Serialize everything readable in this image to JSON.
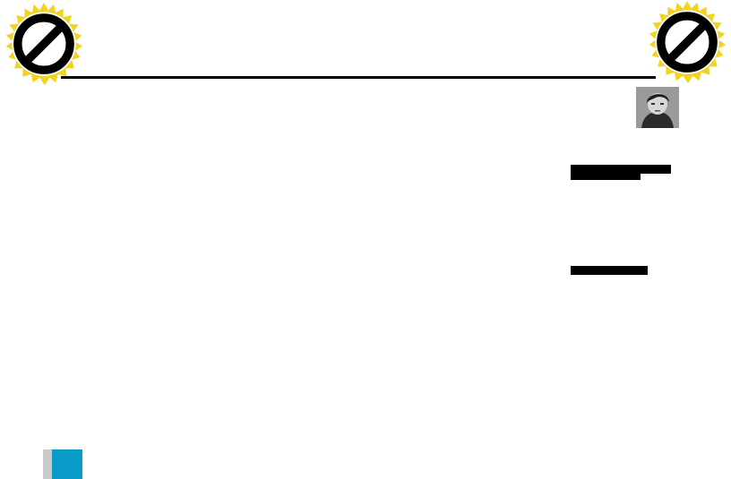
{
  "header": {
    "left_badge_icon": "prohibited-icon",
    "right_badge_icon": "prohibited-icon",
    "badge_ring_color": "#f2d31f",
    "badge_symbol_color": "#000000"
  },
  "profile": {
    "avatar_icon": "user-photo",
    "avatar_alt": "User avatar"
  },
  "sidebar": {
    "redacted_blocks": 3
  },
  "taskbar": {
    "tile_icon": "app-tile",
    "tile_color": "#0a9bc9"
  }
}
